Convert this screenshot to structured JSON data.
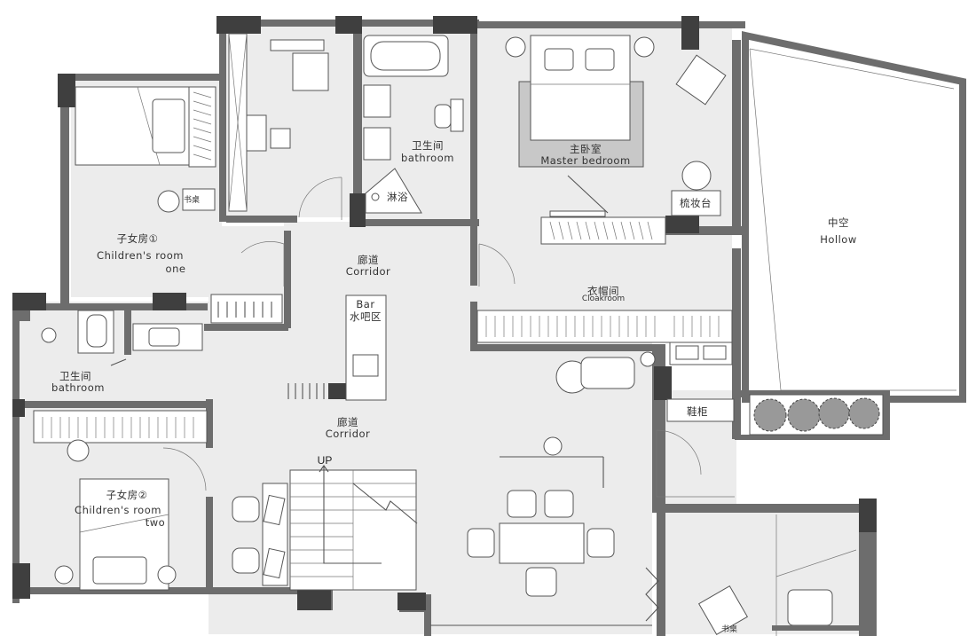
{
  "labels": {
    "children_room_one": {
      "cn": "子女房①",
      "en1": "Children's room",
      "en2": "one"
    },
    "children_room_two": {
      "cn": "子女房②",
      "en1": "Children's room",
      "en2": "two"
    },
    "desk_top": "书桌",
    "desk_bottom": "书桌",
    "bathroom_top": {
      "cn": "卫生间",
      "en": "bathroom"
    },
    "bathroom_left": {
      "cn": "卫生间",
      "en": "bathroom"
    },
    "shower": "淋浴",
    "master_bedroom": {
      "cn": "主卧室",
      "en": "Master bedroom"
    },
    "dressing_table": "梳妆台",
    "hollow": {
      "cn": "中空",
      "en": "Hollow"
    },
    "corridor_top": {
      "cn": "廊道",
      "en": "Corridor"
    },
    "corridor_mid": {
      "cn": "廊道",
      "en": "Corridor"
    },
    "bar": {
      "en": "Bar",
      "cn": "水吧区"
    },
    "cloakroom": {
      "cn": "衣帽间",
      "en": "Cloakroom"
    },
    "shoe_cabinet": "鞋柜",
    "stairs_up": "UP"
  },
  "colors": {
    "wall": "#6d6d6d",
    "column": "#3f3f3f",
    "floor": "#ececec",
    "bed_area": "#c8c8c8"
  }
}
